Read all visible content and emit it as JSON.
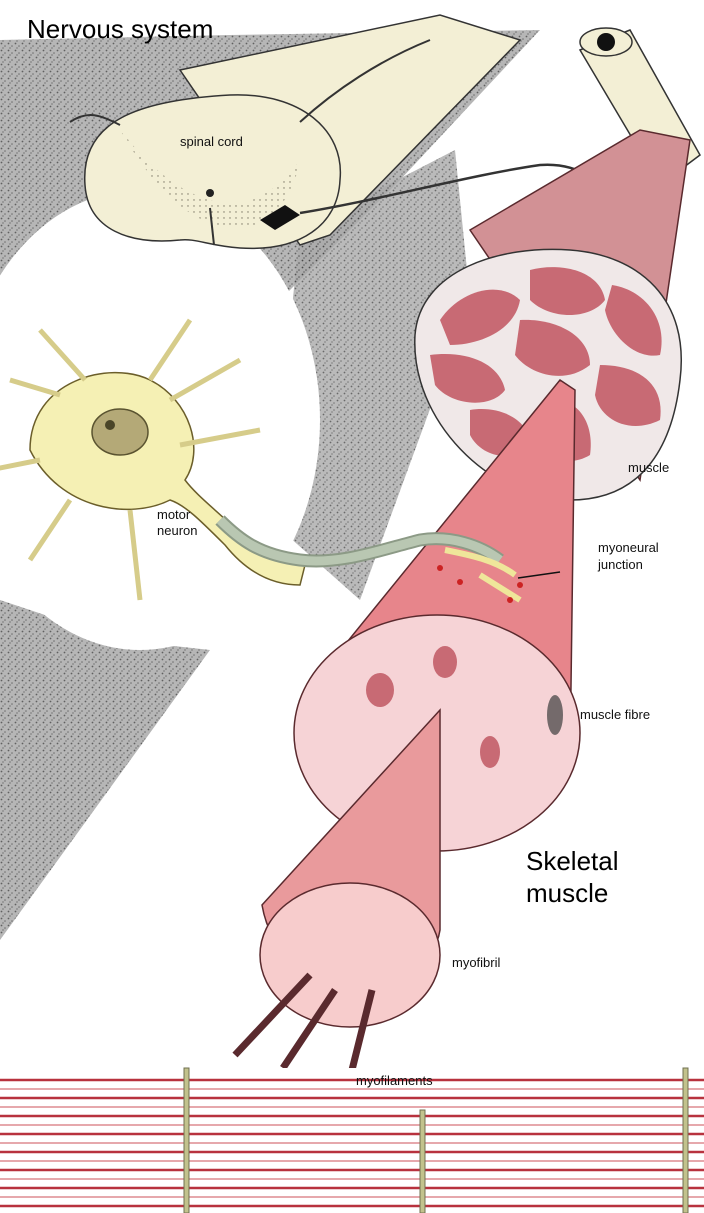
{
  "headings": {
    "nervous_system": "Nervous system",
    "skeletal_line1": "Skeletal",
    "skeletal_line2": "muscle"
  },
  "labels": {
    "spinal_cord": "spinal cord",
    "muscle": "muscle",
    "motor_line1": "motor",
    "motor_line2": "neuron",
    "myoneural_line1": "myoneural",
    "myoneural_line2": "junction",
    "muscle_fibre": "muscle fibre",
    "myofibril": "myofibril",
    "myofilaments": "myofilaments"
  },
  "colors": {
    "neuron_cream": "#f5f0b4",
    "spinal_cream": "#f3efd5",
    "muscle_red": "#c86a74",
    "fibre_pink": "#e7858b",
    "fibre_section": "#f6d3d6",
    "myofibril_pink": "#f3b2b2",
    "sheath_green": "#b9c7b2",
    "stipple_gray": "#9c9c9c",
    "filament_red": "#b8323e",
    "z_line": "#c2c28c"
  }
}
